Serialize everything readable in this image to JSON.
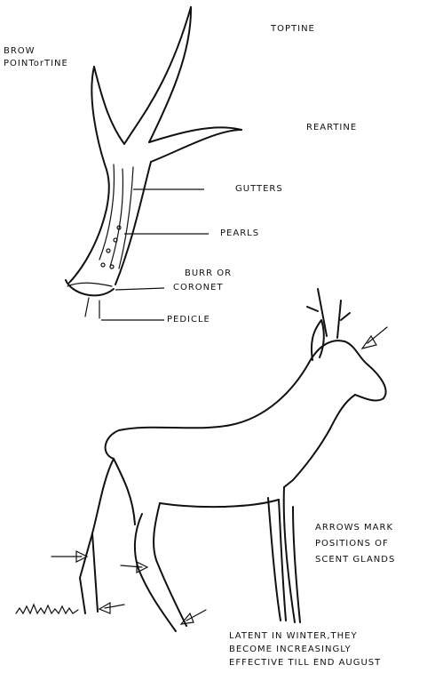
{
  "antler_labels": {
    "brow_line1": "BROW",
    "brow_line2": "POINTorTINE",
    "top_tine": "TOPTINE",
    "rear_tine": "REARTINE",
    "gutters": "GUTTERS",
    "pearls": "PEARLS",
    "burr_line1": "BURR OR",
    "burr_line2": "CORONET",
    "pedicle": "PEDICLE"
  },
  "deer_labels": {
    "arrows_line1": "ARROWS MARK",
    "arrows_line2": "POSITIONS OF",
    "arrows_line3": "SCENT GLANDS",
    "latent_line1": "LATENT IN WINTER,THEY",
    "latent_line2": "BECOME INCREASINGLY",
    "latent_line3": "EFFECTIVE TILL END AUGUST"
  }
}
